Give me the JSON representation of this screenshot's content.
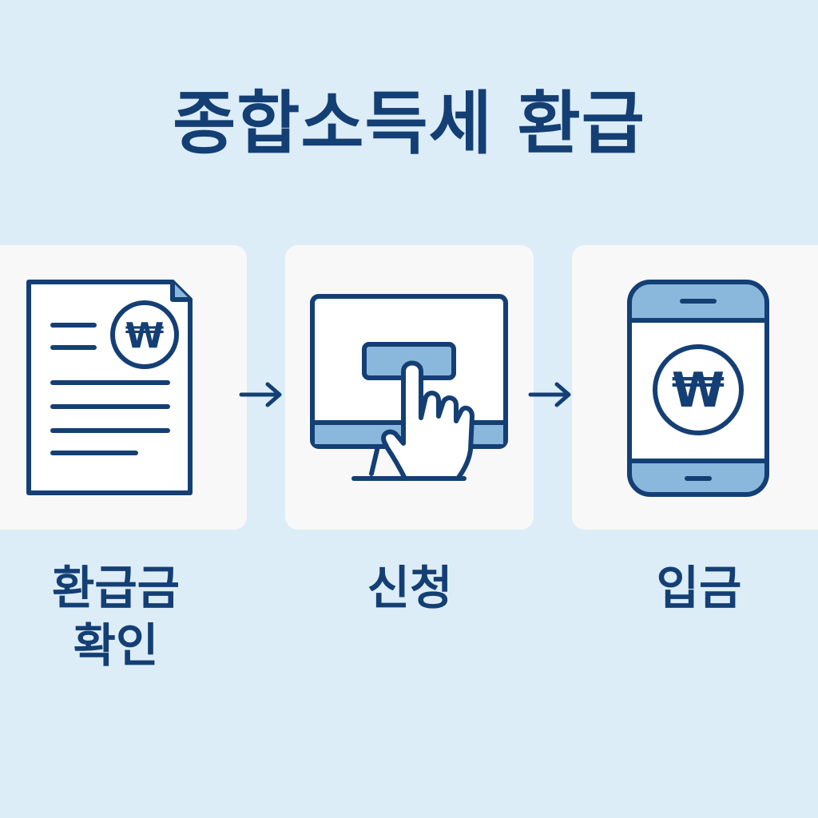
{
  "title": "종합소득세 환급",
  "steps": [
    {
      "label_lines": [
        "환급금",
        "확인"
      ],
      "icon": "document-won-icon"
    },
    {
      "label_lines": [
        "신청"
      ],
      "icon": "monitor-click-icon"
    },
    {
      "label_lines": [
        "입금"
      ],
      "icon": "phone-won-icon"
    }
  ],
  "won_symbol": "₩",
  "colors": {
    "background": "#ddedf7",
    "card": "#f8f8f8",
    "navy": "#143f74",
    "light_blue": "#8ab8dc"
  }
}
